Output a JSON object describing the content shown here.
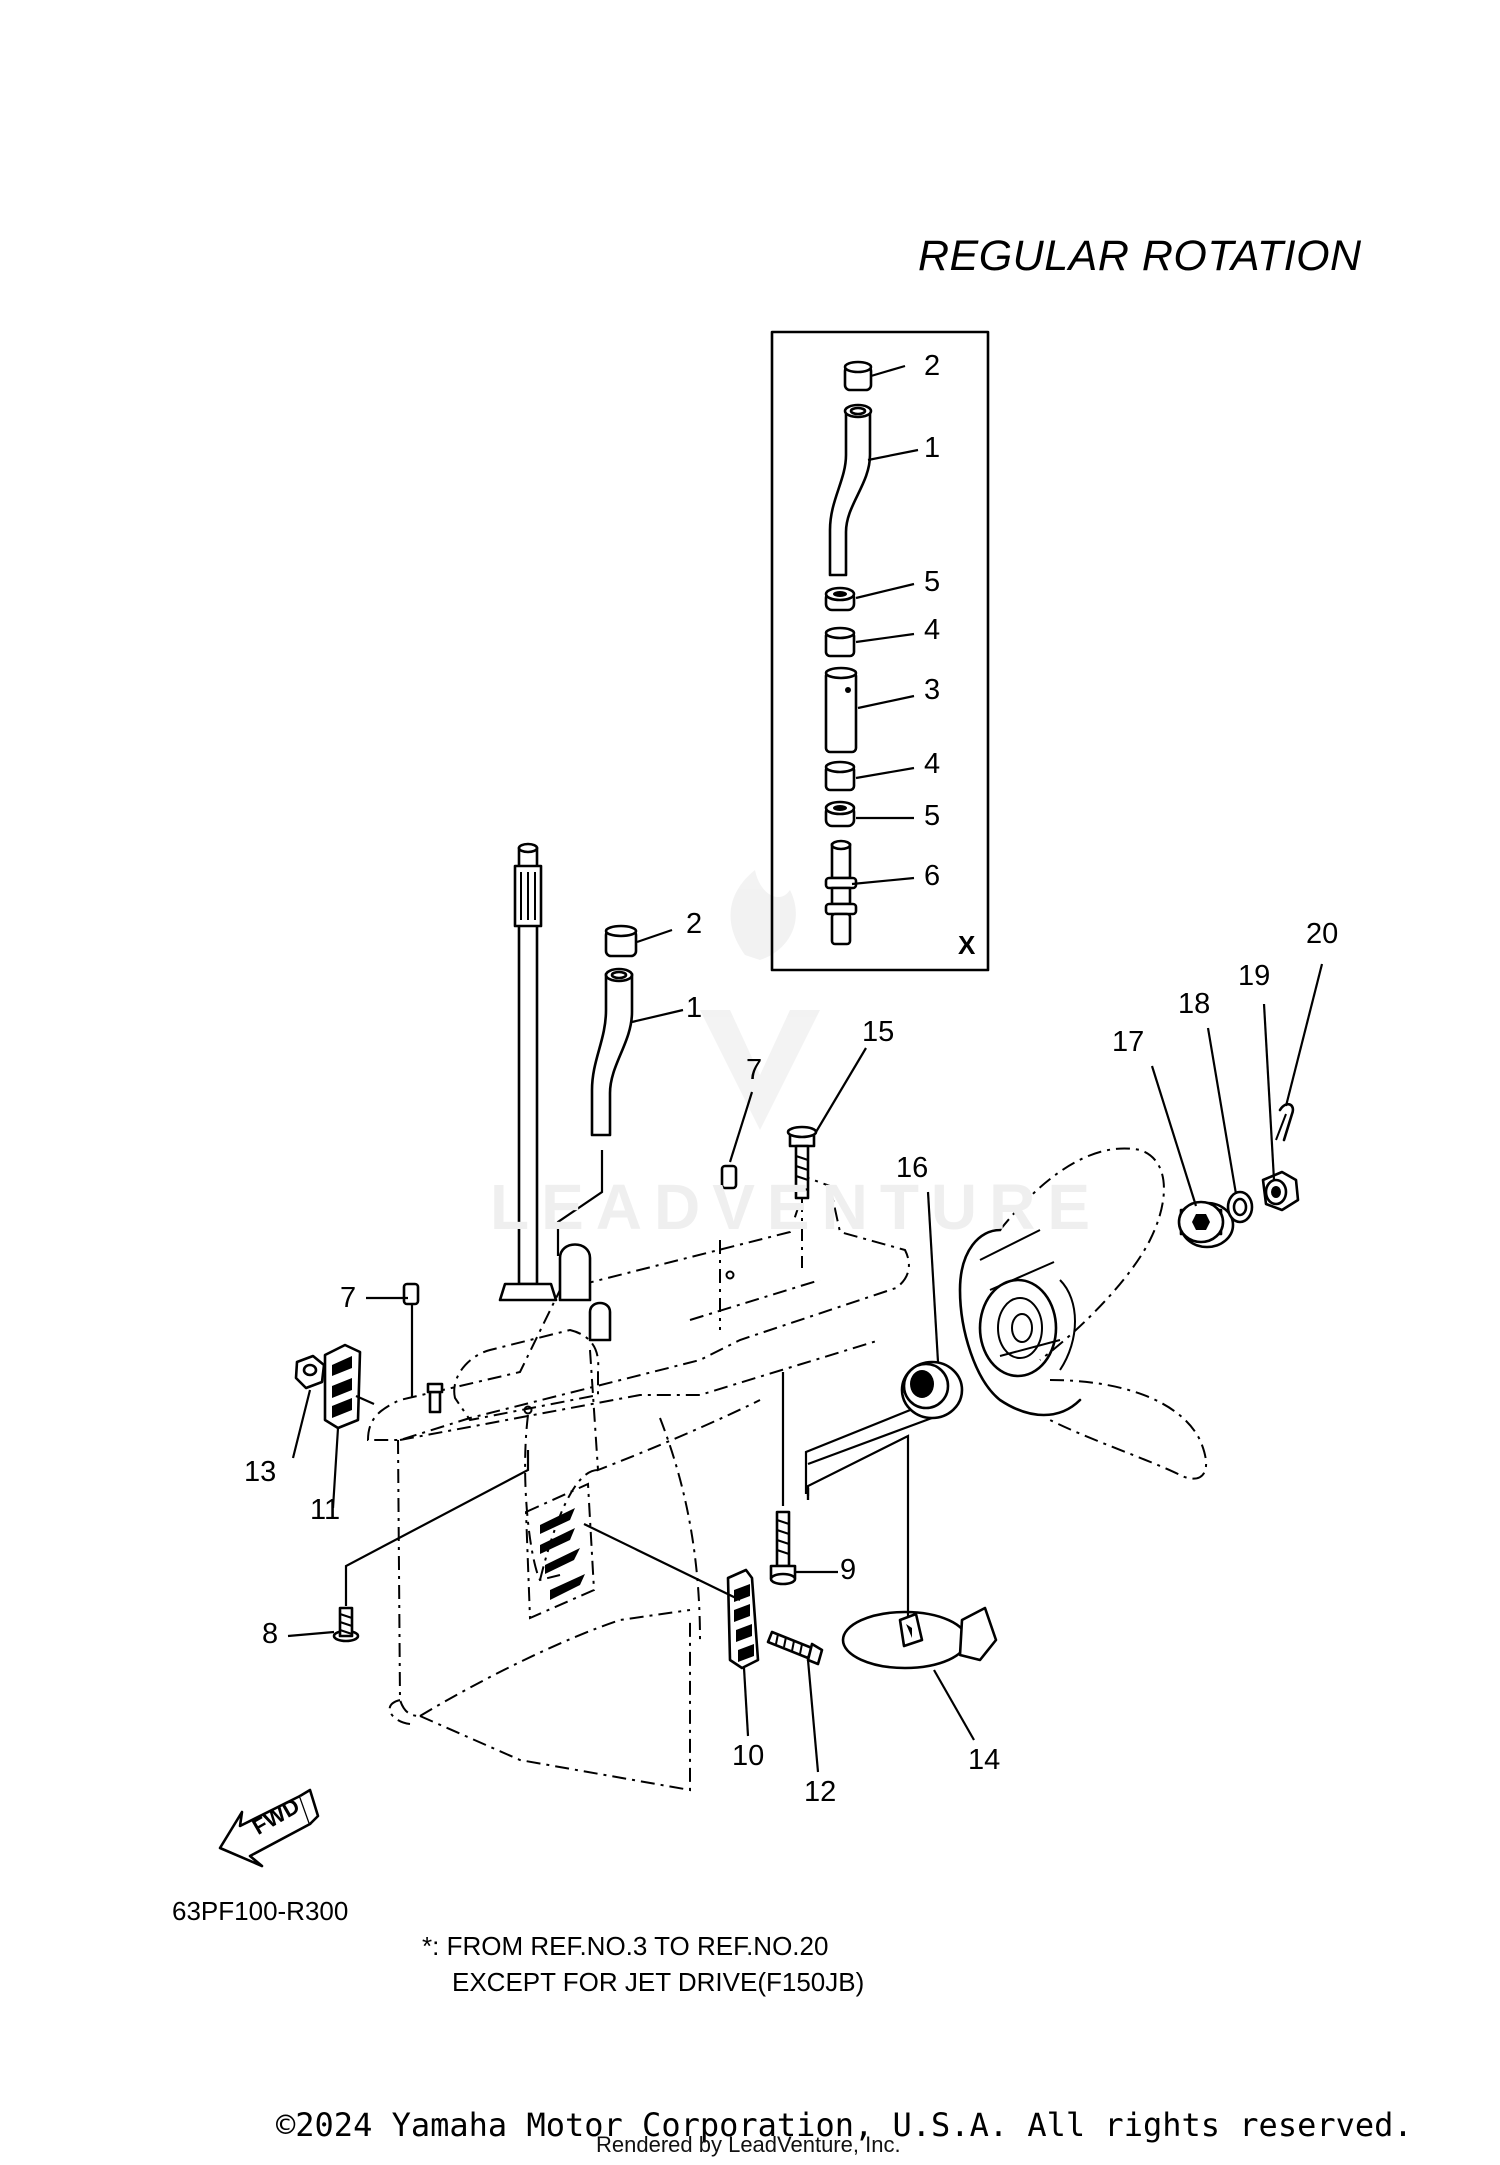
{
  "heading": "REGULAR ROTATION",
  "inset_marker": "X",
  "fwd_label": "FWD",
  "diagram_code": "63PF100-R300",
  "note": {
    "line1": "*: FROM REF.NO.3 TO REF.NO.20",
    "line2": "EXCEPT FOR JET DRIVE(F150JB)"
  },
  "watermark": "LEADVENTURE",
  "copyright": "©2024 Yamaha Motor Corporation, U.S.A. All rights reserved.",
  "rendered_by": "Rendered by LeadVenture, Inc.",
  "callouts": {
    "inset": [
      "2",
      "1",
      "5",
      "4",
      "3",
      "4",
      "5",
      "6"
    ],
    "main": [
      "2",
      "1",
      "7",
      "15",
      "16",
      "17",
      "18",
      "19",
      "20",
      "7",
      "13",
      "11",
      "8",
      "9",
      "10",
      "12",
      "14"
    ]
  }
}
